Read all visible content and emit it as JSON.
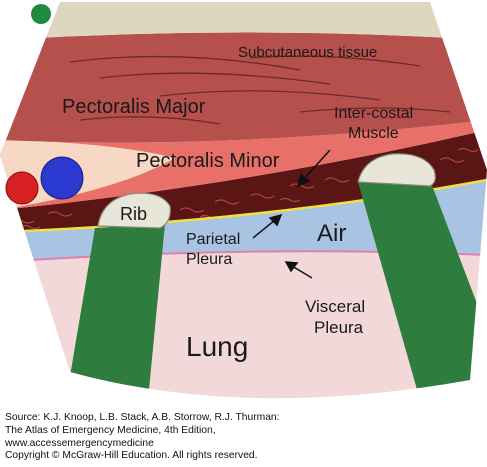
{
  "diagram": {
    "labels": {
      "subcutaneous": "Subcutaneous tissue",
      "pec_major": "Pectoralis Major",
      "pec_minor": "Pectoralis Minor",
      "intercostal_1": "Inter-costal",
      "intercostal_2": "Muscle",
      "rib": "Rib",
      "air": "Air",
      "parietal_1": "Parietal",
      "parietal_2": "Pleura",
      "visceral_1": "Visceral",
      "visceral_2": "Pleura",
      "lung": "Lung"
    },
    "colors": {
      "marker_dot": "#1e8a3c",
      "subcutaneous": "#ddd7c0",
      "pec_major": "#b5504c",
      "pec_minor": "#e87068",
      "intercostal": "#5a1515",
      "air": "#a8c4e2",
      "lung": "#f2d8d8",
      "pleura_line": "#f0e040",
      "visceral_line": "#e080b0",
      "shadow": "#2e7d3e",
      "rib": "#e8e6d8",
      "vessel_blue": "#2a3ad0",
      "vessel_red": "#d81f22"
    }
  },
  "source": {
    "line1": "Source: K.J. Knoop, L.B. Stack, A.B. Storrow, R.J. Thurman:",
    "line2": "The Atlas of Emergency Medicine, 4th Edition,",
    "line3": "www.accessemergencymedicine",
    "line4": "Copyright © McGraw-Hill Education. All rights reserved."
  }
}
